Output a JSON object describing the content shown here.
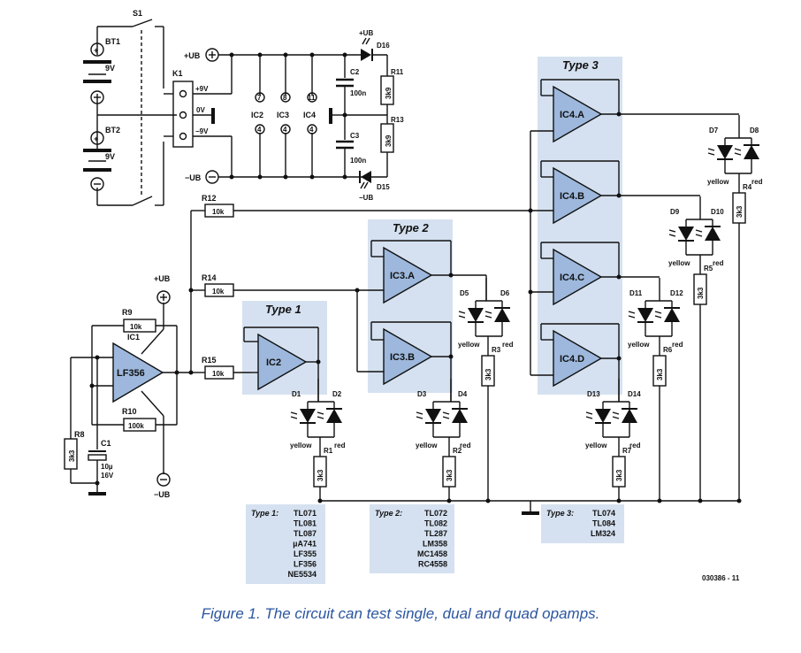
{
  "caption": "Figure 1. The circuit can test single, dual and quad opamps.",
  "code": "030386 - 11",
  "colors": {
    "panel": "#d5e1f0",
    "opamp": "#9db8dc",
    "caption": "#2a55a0"
  },
  "labels": {
    "S1": "S1",
    "BT1": "BT1",
    "BT2": "BT2",
    "v9a": "9V",
    "v9b": "9V",
    "K1": "K1",
    "k_p9": "+9V",
    "k_0": "0V",
    "k_m9": "−9V",
    "ub_plus": "+UB",
    "ub_minus": "−UB",
    "C2": "C2",
    "C2v": "100n",
    "C3": "C3",
    "C3v": "100n",
    "D16": "D16",
    "D15": "D15",
    "D16ub": "+UB",
    "D15ub": "−UB",
    "R11": "R11",
    "R11v": "3k9",
    "R13": "R13",
    "R13v": "3k9",
    "ic2": "IC2",
    "ic3": "IC3",
    "ic4": "IC4",
    "p7": "7",
    "p8": "8",
    "p11": "11",
    "p4a": "4",
    "p4b": "4",
    "p4c": "4",
    "R12": "R12",
    "R12v": "10k",
    "R14": "R14",
    "R14v": "10k",
    "R15": "R15",
    "R15v": "10k",
    "R9": "R9",
    "R9v": "10k",
    "R10": "R10",
    "R10v": "100k",
    "IC1": "IC1",
    "LF356": "LF356",
    "ic1_ub": "+UB",
    "ic1_mub": "−UB",
    "R8": "R8",
    "R8v": "3k3",
    "C1": "C1",
    "C1v": "10µ",
    "C1v2": "16V",
    "type1": "Type 1",
    "type2": "Type 2",
    "type3": "Type 3",
    "IC2box": "IC2",
    "IC3A": "IC3.A",
    "IC3B": "IC3.B",
    "IC4A": "IC4.A",
    "IC4B": "IC4.B",
    "IC4C": "IC4.C",
    "IC4D": "IC4.D",
    "yellow": "yellow",
    "red": "red",
    "D1": "D1",
    "D2": "D2",
    "D3": "D3",
    "D4": "D4",
    "D5": "D5",
    "D6": "D6",
    "D7": "D7",
    "D8": "D8",
    "D9": "D9",
    "D10": "D10",
    "D11": "D11",
    "D12": "D12",
    "D13": "D13",
    "D14": "D14",
    "R1": "R1",
    "R2": "R2",
    "R3": "R3",
    "R4": "R4",
    "R5": "R5",
    "R6": "R6",
    "R7": "R7",
    "r3k3": "3k3"
  },
  "lists": {
    "type1": {
      "title": "Type 1:",
      "items": [
        "TL071",
        "TL081",
        "TL087",
        "µA741",
        "LF355",
        "LF356",
        "NE5534"
      ]
    },
    "type2": {
      "title": "Type 2:",
      "items": [
        "TL072",
        "TL082",
        "TL287",
        "LM358",
        "MC1458",
        "RC4558"
      ]
    },
    "type3": {
      "title": "Type 3:",
      "items": [
        "TL074",
        "TL084",
        "LM324"
      ]
    }
  }
}
